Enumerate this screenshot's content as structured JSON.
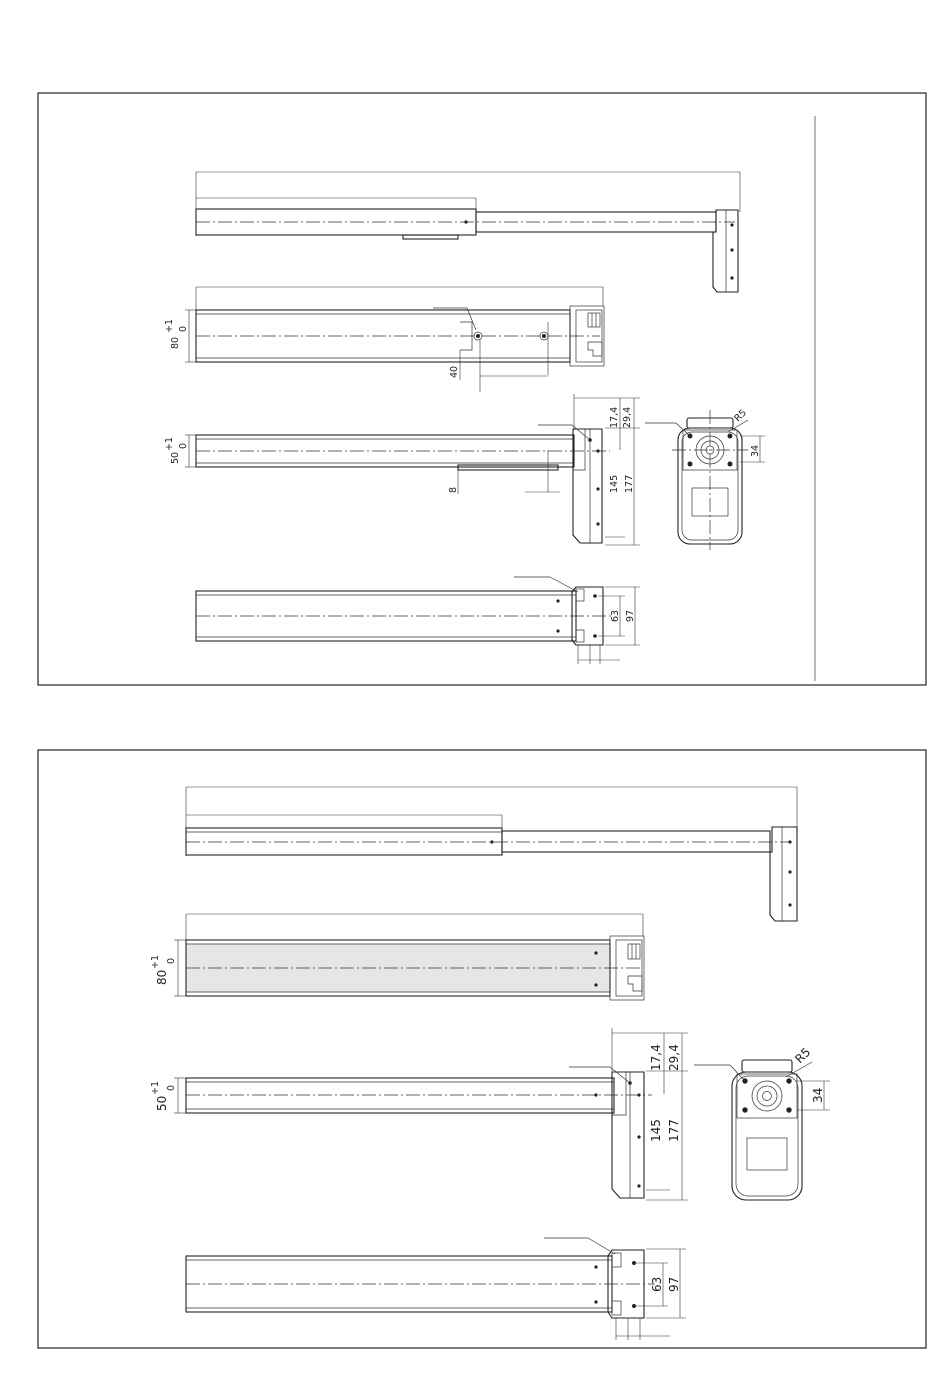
{
  "sheets": [
    {
      "name": "upper",
      "dims": {
        "hold_80": "80",
        "hold_80_tol_plus": "+1",
        "hold_80_tol_zero": "0",
        "offset_40": "40",
        "dim_17_4": "17,4",
        "dim_29_4": "29,4",
        "hold_50": "50",
        "hold_50_tol_plus": "+1",
        "hold_50_tol_zero": "0",
        "offset_8": "8",
        "dim_145": "145",
        "dim_177": "177",
        "radius_r5": "R5",
        "dim_34": "34",
        "dim_63": "63",
        "dim_97": "97"
      }
    },
    {
      "name": "lower",
      "dims": {
        "hold_80": "80",
        "hold_80_tol_plus": "+1",
        "hold_80_tol_zero": "0",
        "dim_17_4": "17,4",
        "dim_29_4": "29,4",
        "hold_50": "50",
        "hold_50_tol_plus": "+1",
        "hold_50_tol_zero": "0",
        "dim_145": "145",
        "dim_177": "177",
        "radius_r5": "R5",
        "dim_34": "34",
        "dim_63": "63",
        "dim_97": "97"
      }
    }
  ]
}
